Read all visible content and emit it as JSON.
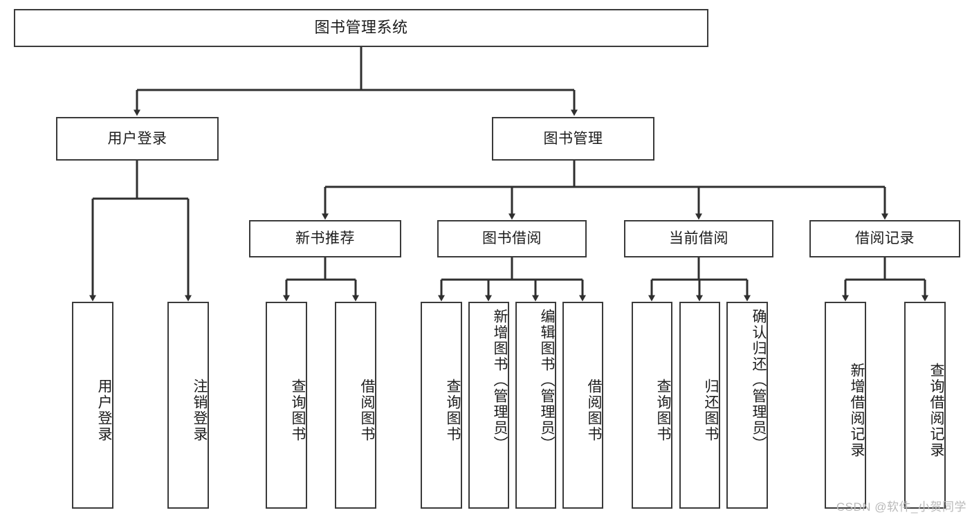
{
  "diagram": {
    "title": "图书管理系统",
    "type": "tree-hierarchy-diagram",
    "watermark": "CSDN @软件_小贺同学",
    "colors": {
      "box_border": "#3a3a3a",
      "box_fill": "#ffffff",
      "edge": "#2f2f2f",
      "text": "#1c1c1c",
      "watermark": "#b9b9b9",
      "background": "#ffffff"
    },
    "root": {
      "label": "图书管理系统"
    },
    "level1": [
      {
        "id": "user-login",
        "label": "用户登录"
      },
      {
        "id": "book-management",
        "label": "图书管理"
      }
    ],
    "level2": [
      {
        "id": "new-book-recommend",
        "label": "新书推荐",
        "parent": "book-management"
      },
      {
        "id": "book-borrow",
        "label": "图书借阅",
        "parent": "book-management"
      },
      {
        "id": "current-borrow",
        "label": "当前借阅",
        "parent": "book-management"
      },
      {
        "id": "borrow-record",
        "label": "借阅记录",
        "parent": "book-management"
      }
    ],
    "leaves": [
      {
        "id": "leaf-user-login",
        "label": "用户登录",
        "parent": "user-login"
      },
      {
        "id": "leaf-logout-login",
        "label": "注销登录",
        "parent": "user-login"
      },
      {
        "id": "leaf-query-book-1",
        "label": "查询图书",
        "parent": "new-book-recommend"
      },
      {
        "id": "leaf-borrow-book-1",
        "label": "借阅图书",
        "parent": "new-book-recommend"
      },
      {
        "id": "leaf-query-book-2",
        "label": "查询图书",
        "parent": "book-borrow"
      },
      {
        "id": "leaf-add-book",
        "label": "新增图书（管理员）",
        "parent": "book-borrow"
      },
      {
        "id": "leaf-edit-book",
        "label": "编辑图书（管理员）",
        "parent": "book-borrow"
      },
      {
        "id": "leaf-borrow-book-2",
        "label": "借阅图书",
        "parent": "book-borrow"
      },
      {
        "id": "leaf-query-book-3",
        "label": "查询图书",
        "parent": "current-borrow"
      },
      {
        "id": "leaf-return-book",
        "label": "归还图书",
        "parent": "current-borrow"
      },
      {
        "id": "leaf-confirm-return",
        "label": "确认归还（管理员）",
        "parent": "current-borrow"
      },
      {
        "id": "leaf-add-record",
        "label": "新增借阅记录",
        "parent": "borrow-record"
      },
      {
        "id": "leaf-query-record",
        "label": "查询借阅记录",
        "parent": "borrow-record"
      }
    ]
  }
}
